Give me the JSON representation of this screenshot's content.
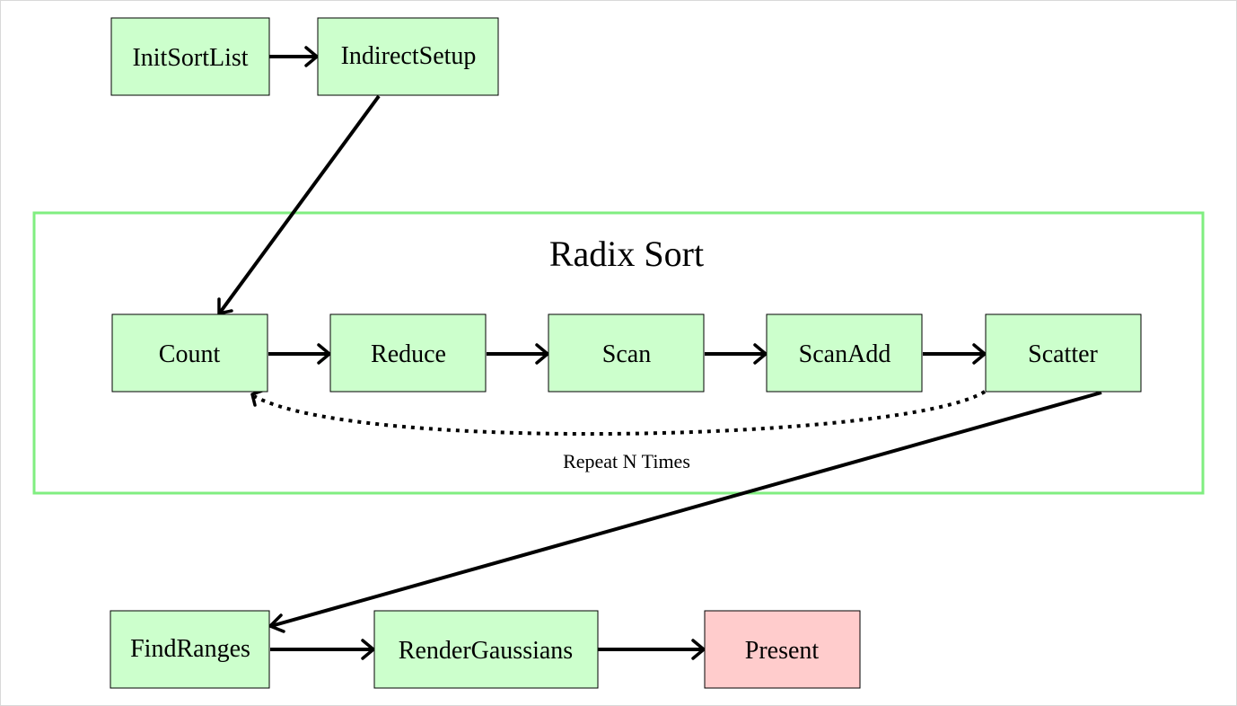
{
  "nodes": {
    "init_sort_list": "InitSortList",
    "indirect_setup": "IndirectSetup",
    "count": "Count",
    "reduce": "Reduce",
    "scan": "Scan",
    "scan_add": "ScanAdd",
    "scatter": "Scatter",
    "find_ranges": "FindRanges",
    "render_gaussians": "RenderGaussians",
    "present": "Present"
  },
  "group": {
    "title": "Radix Sort",
    "loop_label": "Repeat N Times"
  },
  "colors": {
    "node_fill": "#ccffcc",
    "final_node_fill": "#ffcccc",
    "group_border": "#80ee80"
  },
  "edges": [
    [
      "init_sort_list",
      "indirect_setup"
    ],
    [
      "indirect_setup",
      "count"
    ],
    [
      "count",
      "reduce"
    ],
    [
      "reduce",
      "scan"
    ],
    [
      "scan",
      "scan_add"
    ],
    [
      "scan_add",
      "scatter"
    ],
    [
      "scatter",
      "count"
    ],
    [
      "scatter",
      "find_ranges"
    ],
    [
      "find_ranges",
      "render_gaussians"
    ],
    [
      "render_gaussians",
      "present"
    ]
  ]
}
